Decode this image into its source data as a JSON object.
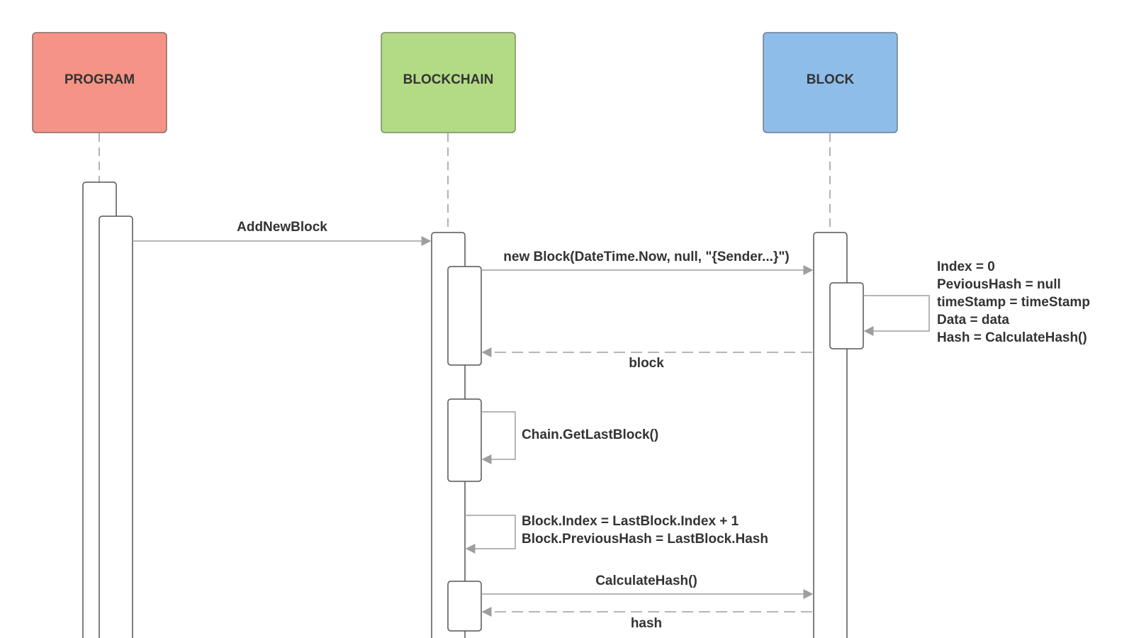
{
  "participants": [
    {
      "name": "PROGRAM",
      "color": "#f59486"
    },
    {
      "name": "BLOCKCHAIN",
      "color": "#b3db86"
    },
    {
      "name": "BLOCK",
      "color": "#8ebde9"
    }
  ],
  "messages": {
    "add_new_block": "AddNewBlock",
    "new_block": "new Block(DateTime.Now, null, \"{Sender...}\")",
    "block_return": "block",
    "get_last_block": "Chain.GetLastBlock()",
    "set_index": "Block.Index = LastBlock.Index + 1",
    "set_previous_hash": "Block.PreviousHash = LastBlock.Hash",
    "calculate_hash": "CalculateHash()",
    "hash_return": "hash"
  },
  "block_init_note": [
    "Index = 0",
    "PeviousHash = null",
    "timeStamp = timeStamp",
    "Data = data",
    "Hash = CalculateHash()"
  ],
  "colors": {
    "line": "#999999",
    "arrow": "#9e9e9e",
    "activation_fill": "#ffffff",
    "activation_stroke": "#555555",
    "text": "#333333"
  }
}
